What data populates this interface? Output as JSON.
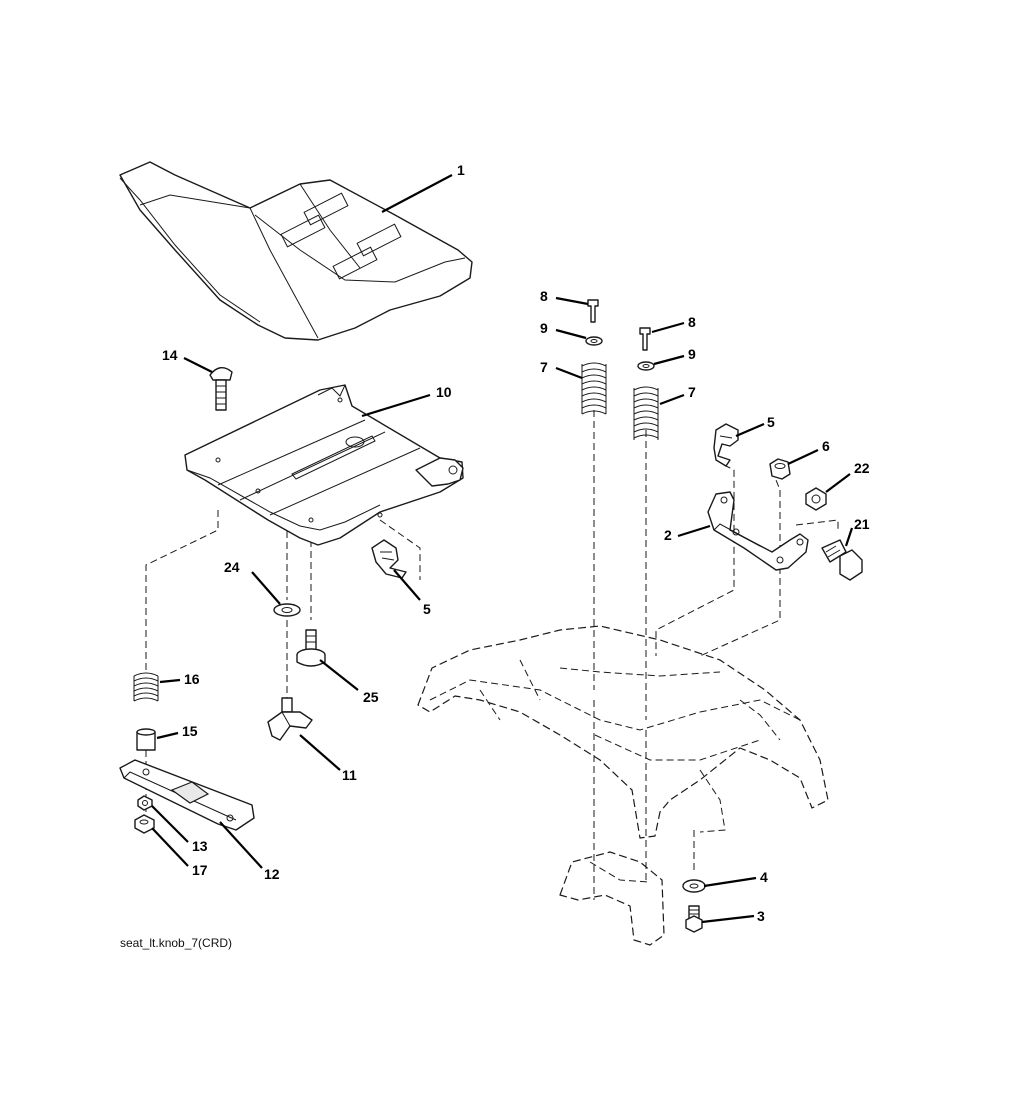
{
  "caption": "seat_lt.knob_7(CRD)",
  "callouts": {
    "seat": "1",
    "mount_bracket": "2",
    "frame_bolt": "3",
    "frame_washer": "4",
    "clip_right": "5",
    "clip_left": "5",
    "nut_6": "6",
    "spring_left": "7",
    "spring_right": "7",
    "pin_left": "8",
    "pin_right": "8",
    "washer_9_left": "9",
    "washer_9_right": "9",
    "seat_pan": "10",
    "knob": "11",
    "slide_plate": "12",
    "nut_13": "13",
    "carriage_bolt": "14",
    "spacer": "15",
    "spring_16": "16",
    "nut_17": "17",
    "shoulder_bolt": "21",
    "nut_22": "22",
    "washer_24": "24",
    "bolt_25": "25"
  }
}
